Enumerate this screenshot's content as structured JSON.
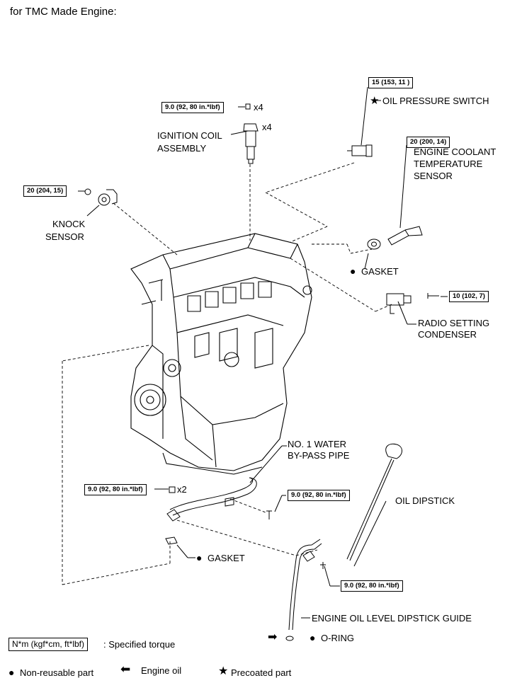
{
  "title": "for TMC Made Engine:",
  "torques": {
    "coil": "9.0 (92, 80 in.*lbf)",
    "knock": "20 (204, 15)",
    "oil_pressure": "15 (153, 11 )",
    "coolant": "20 (200, 14)",
    "condenser": "10 (102, 7)",
    "pipe_left": "9.0 (92, 80 in.*lbf)",
    "pipe_right": "9.0 (92, 80 in.*lbf)",
    "guide": "9.0 (92, 80 in.*lbf)"
  },
  "multipliers": {
    "x4a": "x4",
    "x4b": "x4",
    "x2": "x2"
  },
  "parts": {
    "ignition_coil": [
      "IGNITION COIL",
      "ASSEMBLY"
    ],
    "knock_sensor": [
      "KNOCK",
      "SENSOR"
    ],
    "oil_pressure_switch": "OIL PRESSURE SWITCH",
    "coolant_sensor": [
      "ENGINE COOLANT",
      "TEMPERATURE",
      "SENSOR"
    ],
    "gasket_upper": "GASKET",
    "radio_condenser": [
      "RADIO SETTING",
      "CONDENSER"
    ],
    "water_pipe": [
      "NO. 1 WATER",
      "BY-PASS PIPE"
    ],
    "oil_dipstick": "OIL DIPSTICK",
    "gasket_lower": "GASKET",
    "dipstick_guide": "ENGINE OIL LEVEL DIPSTICK GUIDE",
    "oring": "O-RING"
  },
  "legend": {
    "torque_box": "N*m (kgf*cm, ft*lbf)",
    "torque_text": ": Specified torque",
    "non_reusable": "Non-reusable part",
    "engine_oil": "Engine oil",
    "precoated": "Precoated part"
  }
}
